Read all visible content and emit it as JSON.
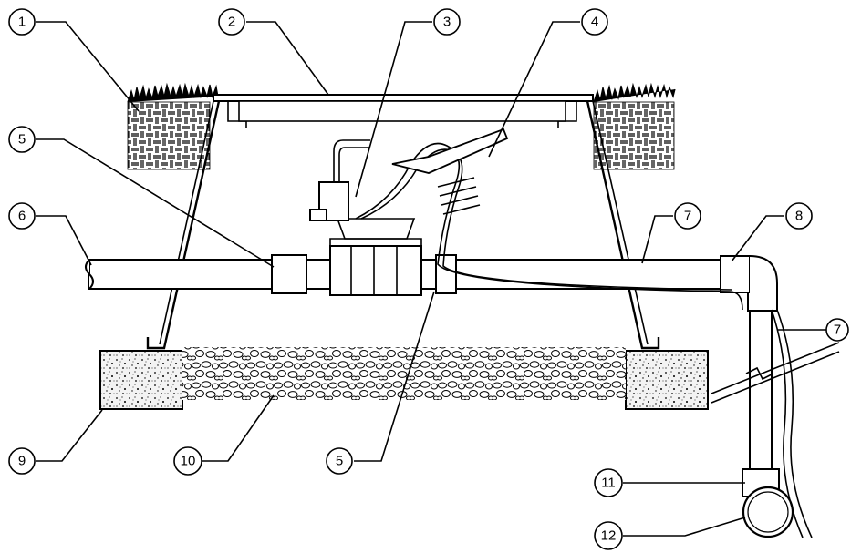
{
  "callouts": [
    {
      "id": "c1",
      "number": "1",
      "part": "turf"
    },
    {
      "id": "c2",
      "number": "2",
      "part": "valve-box-lid"
    },
    {
      "id": "c3",
      "number": "3",
      "part": "solenoid"
    },
    {
      "id": "c4",
      "number": "4",
      "part": "wire-connector"
    },
    {
      "id": "c5a",
      "number": "5",
      "part": "pipe-adapter"
    },
    {
      "id": "c5b",
      "number": "5",
      "part": "pipe-adapter"
    },
    {
      "id": "c6",
      "number": "6",
      "part": "mainline-pipe"
    },
    {
      "id": "c7a",
      "number": "7",
      "part": "lateral-pipe"
    },
    {
      "id": "c7b",
      "number": "7",
      "part": "lateral-pipe"
    },
    {
      "id": "c8",
      "number": "8",
      "part": "elbow"
    },
    {
      "id": "c9",
      "number": "9",
      "part": "brick-support"
    },
    {
      "id": "c10",
      "number": "10",
      "part": "gravel-bed"
    },
    {
      "id": "c11",
      "number": "11",
      "part": "tee"
    },
    {
      "id": "c12",
      "number": "12",
      "part": "lateral-pipe-section"
    }
  ],
  "colors": {
    "ink": "#000000",
    "paper": "#ffffff",
    "concrete": "#f2f2f2"
  }
}
